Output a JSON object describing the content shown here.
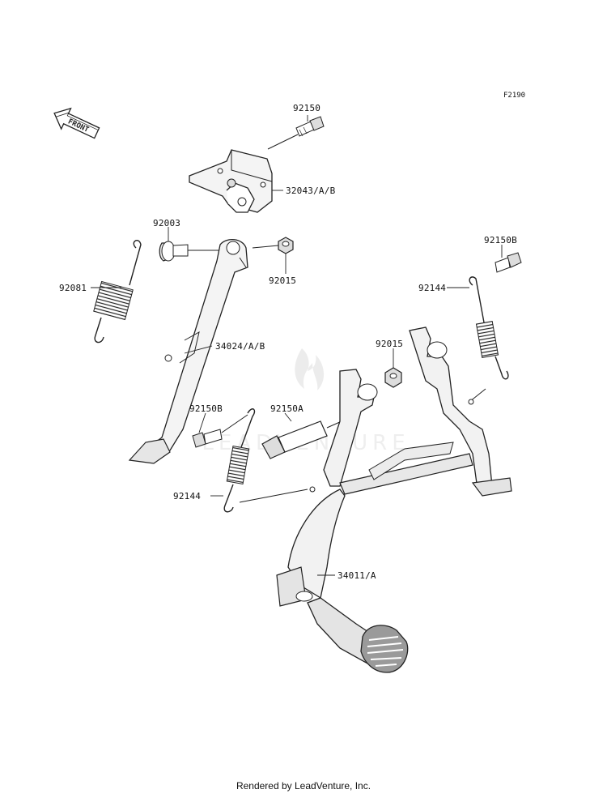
{
  "figure_code": "F2190",
  "front_label": "FRONT",
  "watermark_text": "LEADVENTURE",
  "footer": "Rendered by LeadVenture, Inc.",
  "callouts": {
    "bolt_top": "92150",
    "bracket": "32043/A/B",
    "pin": "92003",
    "nut_upper": "92015",
    "spring_side": "92081",
    "side_stand": "34024/A/B",
    "bolt_right": "92150B",
    "spring_right": "92144",
    "nut_center": "92015",
    "bolt_left": "92150B",
    "bolt_center": "92150A",
    "spring_left": "92144",
    "main_stand": "34011/A"
  },
  "colors": {
    "line": "#222222",
    "fill_light": "#f4f4f4",
    "fill_mid": "#d9d9d9",
    "fill_dark": "#9a9a9a"
  }
}
